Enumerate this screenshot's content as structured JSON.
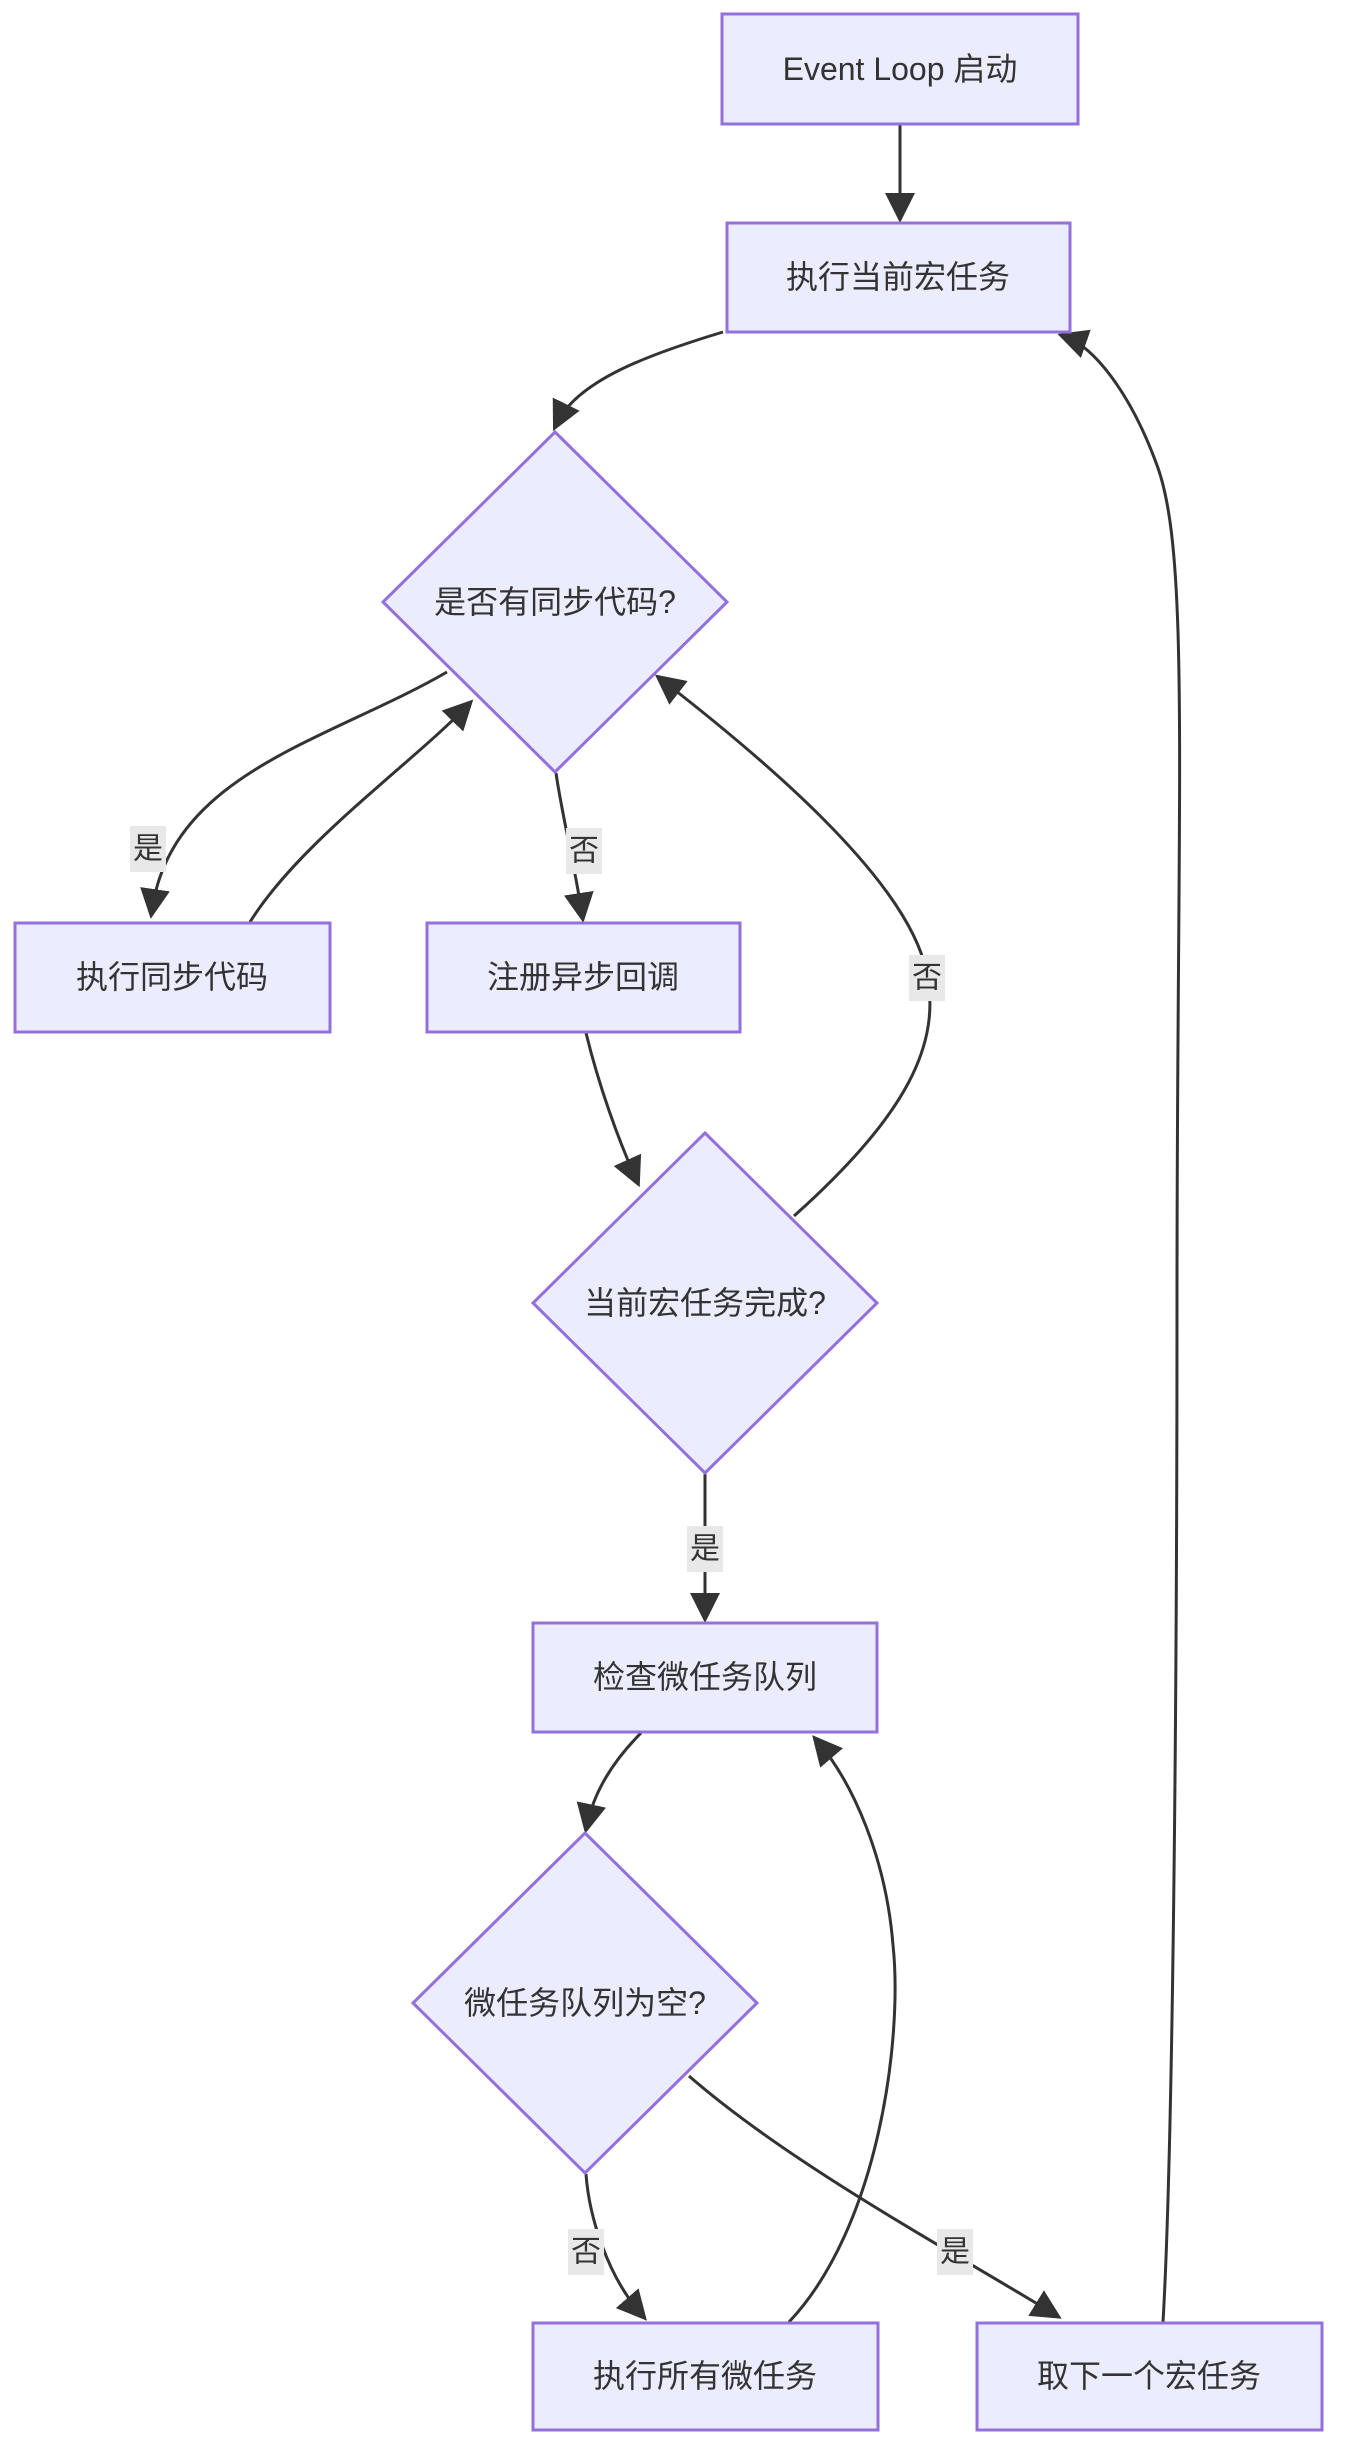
{
  "diagram": {
    "type": "flowchart",
    "background": "#ffffff",
    "colors": {
      "node_fill": "#ECECFF",
      "node_border": "#9370DB",
      "edge_line": "#333333",
      "text": "#333333",
      "edge_label_bg": "#e8e8e8"
    },
    "nodes": {
      "start": {
        "label": "Event Loop 启动",
        "shape": "rect"
      },
      "exec_macro": {
        "label": "执行当前宏任务",
        "shape": "rect"
      },
      "has_sync": {
        "label": "是否有同步代码?",
        "shape": "diamond"
      },
      "exec_sync": {
        "label": "执行同步代码",
        "shape": "rect"
      },
      "reg_async": {
        "label": "注册异步回调",
        "shape": "rect"
      },
      "macro_done": {
        "label": "当前宏任务完成?",
        "shape": "diamond"
      },
      "check_micro": {
        "label": "检查微任务队列",
        "shape": "rect"
      },
      "micro_empty": {
        "label": "微任务队列为空?",
        "shape": "diamond"
      },
      "exec_all_micro": {
        "label": "执行所有微任务",
        "shape": "rect"
      },
      "next_macro": {
        "label": "取下一个宏任务",
        "shape": "rect"
      }
    },
    "edges": [
      {
        "from": "start",
        "to": "exec_macro",
        "label": ""
      },
      {
        "from": "exec_macro",
        "to": "has_sync",
        "label": ""
      },
      {
        "from": "has_sync",
        "to": "exec_sync",
        "label": "是"
      },
      {
        "from": "exec_sync",
        "to": "has_sync",
        "label": ""
      },
      {
        "from": "has_sync",
        "to": "reg_async",
        "label": "否"
      },
      {
        "from": "reg_async",
        "to": "macro_done",
        "label": ""
      },
      {
        "from": "macro_done",
        "to": "has_sync",
        "label": "否"
      },
      {
        "from": "macro_done",
        "to": "check_micro",
        "label": "是"
      },
      {
        "from": "check_micro",
        "to": "micro_empty",
        "label": ""
      },
      {
        "from": "micro_empty",
        "to": "exec_all_micro",
        "label": "否"
      },
      {
        "from": "exec_all_micro",
        "to": "check_micro",
        "label": ""
      },
      {
        "from": "micro_empty",
        "to": "next_macro",
        "label": "是"
      },
      {
        "from": "next_macro",
        "to": "exec_macro",
        "label": ""
      }
    ]
  }
}
